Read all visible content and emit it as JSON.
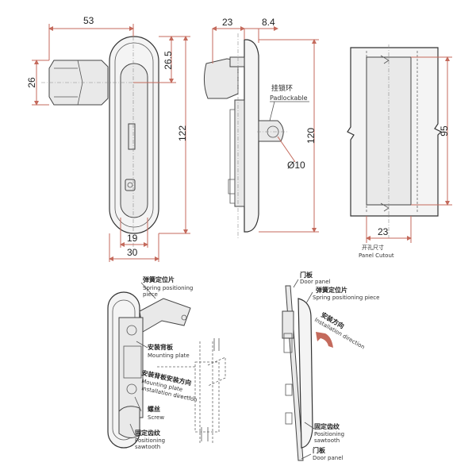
{
  "dimensions": {
    "front_width_53": "53",
    "front_height_26": "26",
    "front_26_5": "26.5",
    "front_122": "122",
    "front_19": "19",
    "front_30": "30",
    "side_23": "23",
    "side_8_4": "8.4",
    "side_120": "120",
    "side_phi10": "Ø10",
    "cutout_95": "95",
    "cutout_23": "23"
  },
  "labels": {
    "padlockable_cn": "挂锁环",
    "padlockable_en": "Padlockable",
    "cutout_cn": "开孔尺寸",
    "cutout_en": "Panel Cutout",
    "spring_cn": "弹簧定位片",
    "spring_en_1": "Spring positioning",
    "spring_en_2": "piece",
    "mounting_plate_cn": "安装背板",
    "mounting_plate_en": "Mounting plate",
    "install_dir_cn": "安装背板安装方向",
    "install_dir_en_1": "Mounting plate",
    "install_dir_en_2": "installation direction",
    "screw_cn": "螺丝",
    "screw_en": "Screw",
    "sawtooth_cn": "固定齿纹",
    "sawtooth_en_1": "Positioning",
    "sawtooth_en_2": "sawtooth",
    "door_panel_cn": "门板",
    "door_panel_en": "Door panel",
    "spring2_cn": "弹簧定位片",
    "spring2_en": "Spring positioning piece",
    "install2_cn": "安装方向",
    "install2_en": "Installation direction",
    "sawtooth2_cn": "固定齿纹",
    "sawtooth2_en_1": "Positioning",
    "sawtooth2_en_2": "sawtooth",
    "door_panel2_cn": "门板",
    "door_panel2_en": "Door panel"
  },
  "colors": {
    "dimension_line": "#c46a5c",
    "outline": "#333333",
    "arrow": "#c46a5c"
  }
}
